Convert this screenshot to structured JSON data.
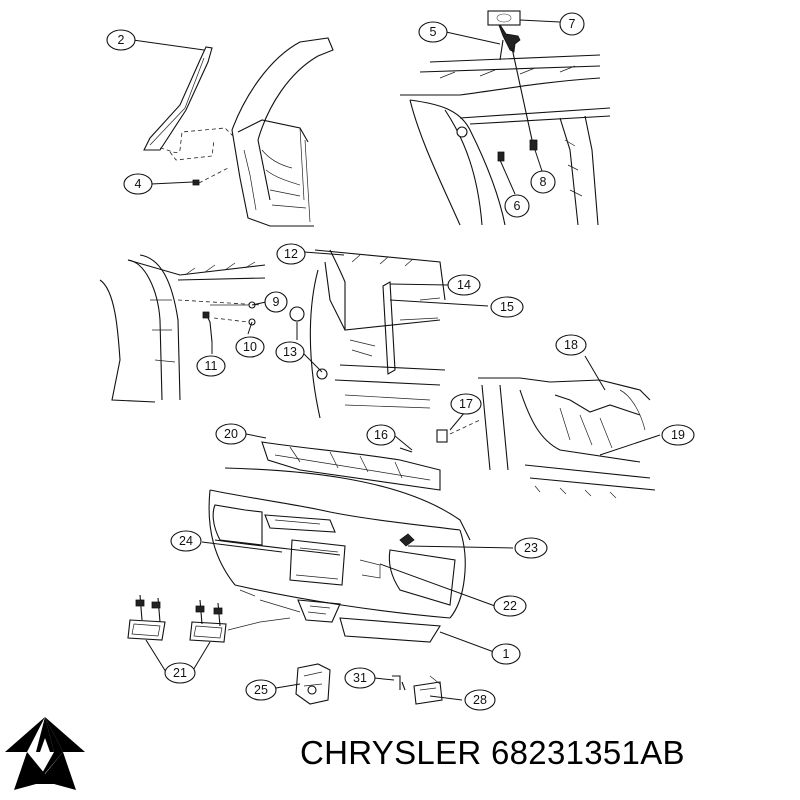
{
  "brand": {
    "name": "CHRYSLER",
    "part_number": "68231351AB"
  },
  "logo_icon": "chrysler-pentastar-icon",
  "callouts": [
    "1",
    "2",
    "4",
    "5",
    "6",
    "7",
    "8",
    "9",
    "10",
    "11",
    "12",
    "13",
    "14",
    "15",
    "16",
    "17",
    "18",
    "19",
    "20",
    "21",
    "22",
    "23",
    "24",
    "25",
    "28",
    "31"
  ]
}
